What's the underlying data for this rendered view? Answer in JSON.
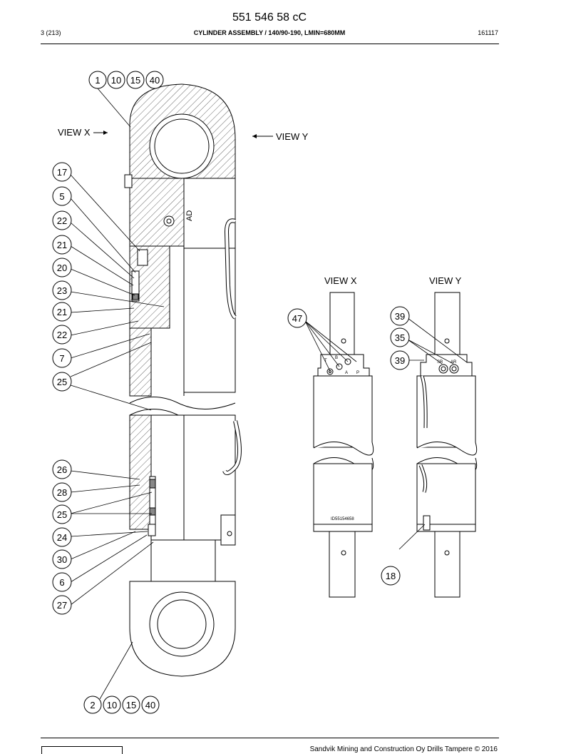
{
  "header": {
    "doc_number": "551 546 58 cC",
    "page": "3 (213)",
    "title": "CYLINDER ASSEMBLY / 140/90-190, LMIN=680MM",
    "date_code": "161117"
  },
  "views": {
    "view_x_arrow": "VIEW X",
    "view_y_arrow": "VIEW Y",
    "view_x_title": "VIEW X",
    "view_y_title": "VIEW Y"
  },
  "balloons": {
    "top": [
      "1",
      "10",
      "15",
      "40"
    ],
    "bottom": [
      "2",
      "10",
      "15",
      "40"
    ],
    "left": [
      "17",
      "5",
      "22",
      "21",
      "20",
      "23",
      "21",
      "22",
      "7",
      "25",
      "26",
      "28",
      "25",
      "24",
      "30",
      "6",
      "27"
    ],
    "view_x": [
      "47"
    ],
    "view_y": [
      "39",
      "35",
      "39"
    ],
    "id_label": [
      "18"
    ]
  },
  "markings": {
    "rod_eye_code": "AD",
    "id_plate": "ID55154658",
    "port_t": "T",
    "port_b": "B",
    "port_a": "A",
    "port_p": "P",
    "port_sr": "SR",
    "port_ar": "AR"
  },
  "footer": {
    "copyright": "Sandvik Mining and Construction Oy Drills Tampere © 2016"
  }
}
